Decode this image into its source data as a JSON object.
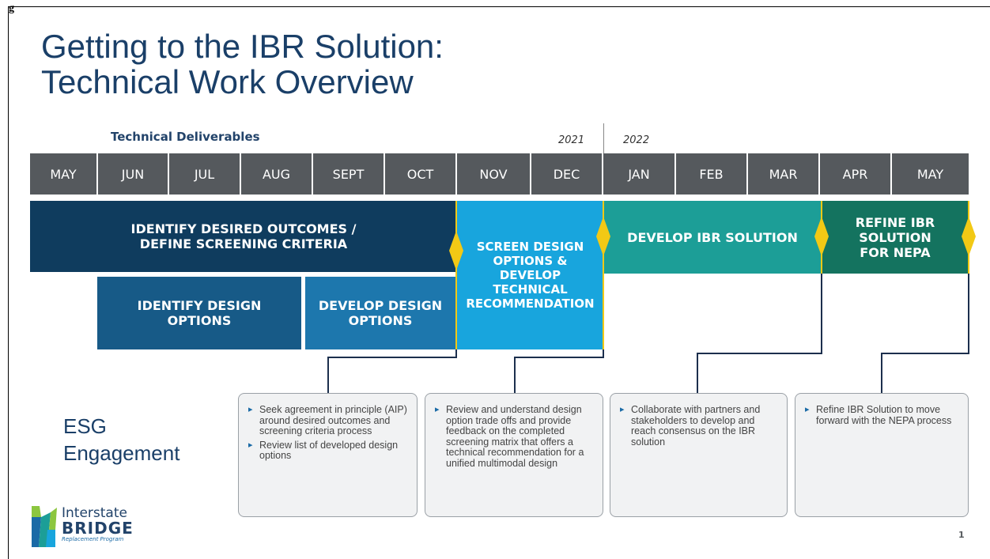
{
  "corner_mark": "g",
  "title": {
    "line1": "Getting to the IBR Solution:",
    "line2": "Technical Work Overview"
  },
  "timeline": {
    "heading": "Technical Deliverables",
    "year_2021": "2021",
    "year_2022": "2022",
    "months": [
      "MAY",
      "JUN",
      "JUL",
      "AUG",
      "SEPT",
      "OCT",
      "NOV",
      "DEC",
      "JAN",
      "FEB",
      "MAR",
      "APR",
      "MAY"
    ],
    "month_bar_color": "#55595d"
  },
  "phases": {
    "identify_outcomes": {
      "line1": "IDENTIFY DESIRED OUTCOMES /",
      "line2": "DEFINE SCREENING CRITERIA",
      "color": "#0f3c5e"
    },
    "identify_design": {
      "line1": "IDENTIFY DESIGN",
      "line2": "OPTIONS",
      "color": "#175a87"
    },
    "develop_design": {
      "line1": "DEVELOP DESIGN",
      "line2": "OPTIONS",
      "color": "#1d77ad"
    },
    "screen_design": {
      "line1": "SCREEN DESIGN",
      "line2": "OPTIONS &",
      "line3": "DEVELOP",
      "line4": "TECHNICAL",
      "line5": "RECOMMENDATION",
      "color": "#18a5dd"
    },
    "develop_ibr": {
      "label": "DEVELOP IBR SOLUTION",
      "color": "#1c9e97"
    },
    "refine_ibr": {
      "line1": "REFINE IBR",
      "line2": "SOLUTION",
      "line3": "FOR NEPA",
      "color": "#14735f"
    },
    "milestone_color": "#f2c915"
  },
  "esg": {
    "line1": "ESG",
    "line2": "Engagement"
  },
  "engagement_boxes": [
    {
      "bullets": [
        "Seek agreement in principle (AIP) around desired outcomes and screening criteria process",
        "Review list of developed design options"
      ]
    },
    {
      "bullets": [
        "Review and understand design option trade offs and provide feedback on the completed screening matrix that offers a technical recommendation for a unified multimodal design"
      ]
    },
    {
      "bullets": [
        "Collaborate with partners and stakeholders to develop and reach consensus on the IBR solution"
      ]
    },
    {
      "bullets": [
        "Refine IBR Solution to move forward with the NEPA process"
      ]
    }
  ],
  "logo": {
    "line1": "Interstate",
    "line2": "BRIDGE",
    "line3": "Replacement Program"
  },
  "page_number": "1"
}
